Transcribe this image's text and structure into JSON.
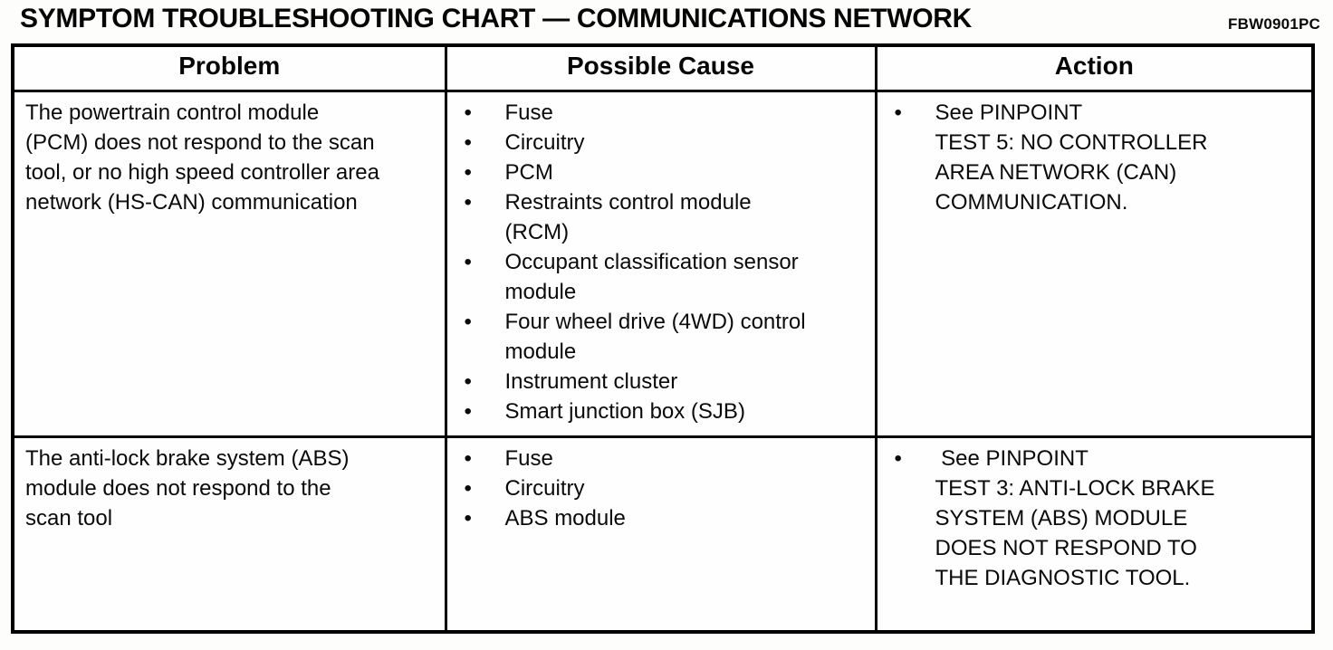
{
  "page": {
    "title": "SYMPTOM TROUBLESHOOTING CHART — COMMUNICATIONS NETWORK",
    "figure_code": "FBW0901PC"
  },
  "icons": {
    "bullet": "•"
  },
  "colors": {
    "ink": "#0a0a0a",
    "paper": "#fdfdfc",
    "table_border": "#000000"
  },
  "table": {
    "headers": [
      "Problem",
      "Possible Cause",
      "Action"
    ],
    "rows": [
      {
        "problem": "The powertrain control module\n(PCM) does not respond to the scan\ntool, or no high speed controller area\nnetwork (HS-CAN) communication",
        "causes": [
          "Fuse",
          "Circuitry",
          "PCM",
          "Restraints control module\n(RCM)",
          "Occupant classification sensor\nmodule",
          "Four wheel drive (4WD) control\nmodule",
          "Instrument cluster",
          "Smart junction box (SJB)"
        ],
        "actions": [
          "See PINPOINT\nTEST 5: NO CONTROLLER\nAREA NETWORK (CAN)\nCOMMUNICATION."
        ]
      },
      {
        "problem": "The anti-lock brake system (ABS)\nmodule does not respond to the\nscan tool",
        "causes": [
          "Fuse",
          "Circuitry",
          "ABS module"
        ],
        "actions": [
          " See PINPOINT\nTEST 3: ANTI-LOCK BRAKE\nSYSTEM (ABS) MODULE\nDOES NOT RESPOND TO\nTHE DIAGNOSTIC TOOL."
        ]
      }
    ]
  }
}
